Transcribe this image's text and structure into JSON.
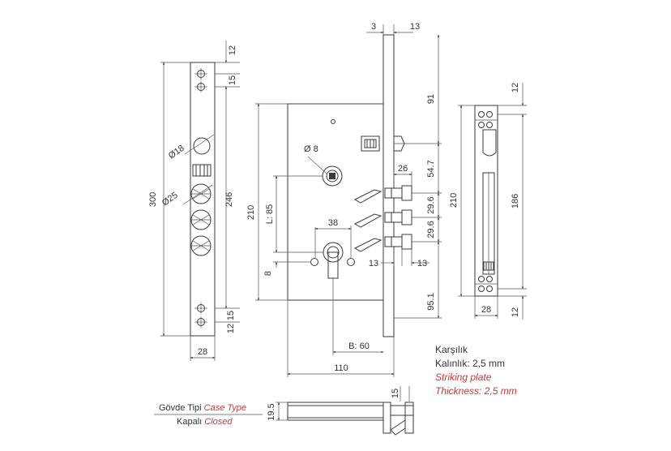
{
  "dims": {
    "d300": "300",
    "d246": "246",
    "d12_top": "12",
    "d15_top": "15",
    "d18": "Ø18",
    "d25": "Ø25",
    "d15_bottom": "15",
    "d12_bottom": "12",
    "d28_left": "28",
    "d3": "3",
    "d13_top": "13",
    "d91": "91",
    "d8_circle": "Ø 8",
    "d26": "26",
    "d54_7": "54.7",
    "d29_6_a": "29.6",
    "d29_6_b": "29.6",
    "d210_left": "210",
    "dL85": "L: 85",
    "d38": "38",
    "d8_small": "8",
    "d13_a": "13",
    "d13_b": "13",
    "d95_1": "95.1",
    "dB60": "B: 60",
    "d110": "110",
    "d12_right_top": "12",
    "d210_right": "210",
    "d186": "186",
    "d28_right": "28",
    "d12_right_bottom": "12",
    "d19_5": "19.5",
    "d15_bottom_view": "15"
  },
  "notes": {
    "karsilik": "Karşılık",
    "kalinlik": "Kalınlık: 2,5 mm",
    "striking_plate": "Striking plate",
    "thickness": "Thickness: 2,5 mm",
    "govde_tr": "Gövde Tipi",
    "govde_en": "Case Type",
    "kapali_tr": "Kapalı",
    "kapali_en": "Closed"
  },
  "colors": {
    "line": "#3a3a3a",
    "accent_red": "#c0393b"
  }
}
